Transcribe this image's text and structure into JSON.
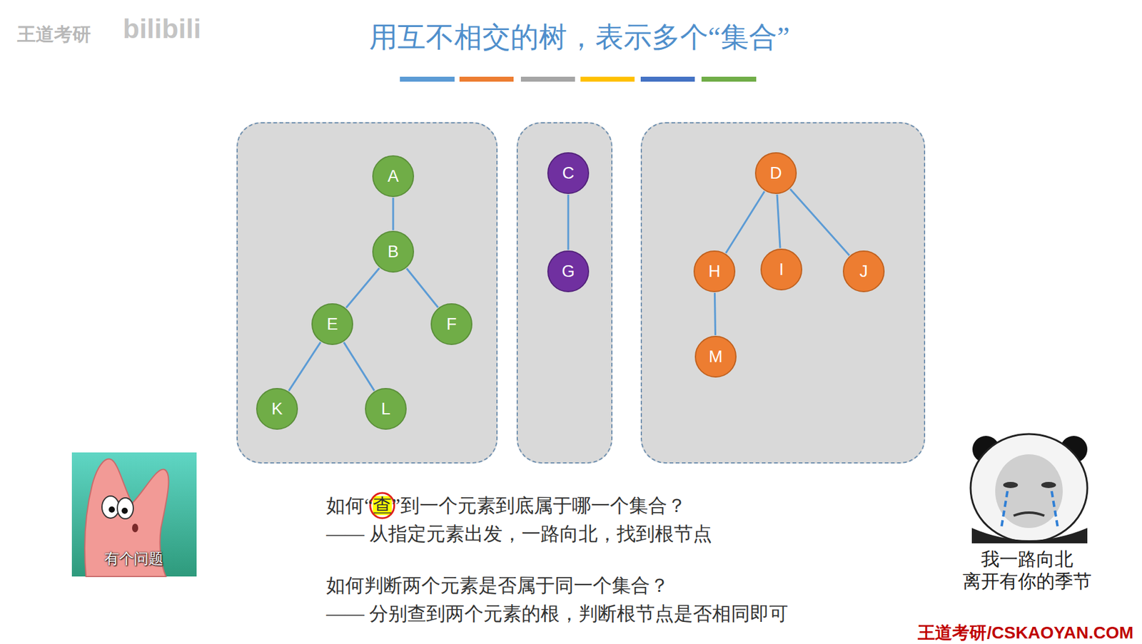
{
  "diagram": {
    "title": "用互不相交的树，表示多个“集合”",
    "nodes": [
      {
        "text": []
      },
      {
        "text": [
          "A"
        ],
        "in": 0
      },
      {
        "text": [
          "B"
        ],
        "in": 0
      },
      {
        "text": [
          "E"
        ],
        "in": 0
      },
      {
        "text": [
          "F"
        ],
        "in": 0
      },
      {
        "text": [
          "K"
        ],
        "in": 0
      },
      {
        "text": [
          "L"
        ],
        "in": 0
      },
      {
        "text": []
      },
      {
        "text": [
          "C"
        ],
        "in": 7
      },
      {
        "text": [
          "G"
        ],
        "in": 7
      },
      {
        "text": []
      },
      {
        "text": [
          "D"
        ],
        "in": 10
      },
      {
        "text": [
          "H"
        ],
        "in": 10
      },
      {
        "text": [
          "I"
        ],
        "in": 10
      },
      {
        "text": [
          "J"
        ],
        "in": 10
      },
      {
        "text": [
          "M"
        ],
        "in": 10
      }
    ],
    "edges": [
      {
        "from": 1,
        "to": 2,
        "arrow": "none"
      },
      {
        "from": 2,
        "to": 3,
        "arrow": "none"
      },
      {
        "from": 2,
        "to": 4,
        "arrow": "none"
      },
      {
        "from": 3,
        "to": 5,
        "arrow": "none"
      },
      {
        "from": 3,
        "to": 6,
        "arrow": "none"
      },
      {
        "from": 8,
        "to": 9,
        "arrow": "none"
      },
      {
        "from": 11,
        "to": 12,
        "arrow": "none"
      },
      {
        "from": 11,
        "to": 13,
        "arrow": "none"
      },
      {
        "from": 11,
        "to": 14,
        "arrow": "none"
      },
      {
        "from": 12,
        "to": 15,
        "arrow": "none"
      }
    ],
    "labels": [
      "王道考研",
      "bilibili",
      "如何“查”到一个元素到底属于哪一个集合？",
      "—— 从指定元素出发，一路向北，找到根节点",
      "如何判断两个元素是否属于同一个集合？",
      "—— 分别查到两个元素的根，判断根节点是否相同即可",
      "有个问题",
      "我一路向北",
      "离开有你的季节",
      "王道考研/CSKAOYAN.COM"
    ]
  }
}
